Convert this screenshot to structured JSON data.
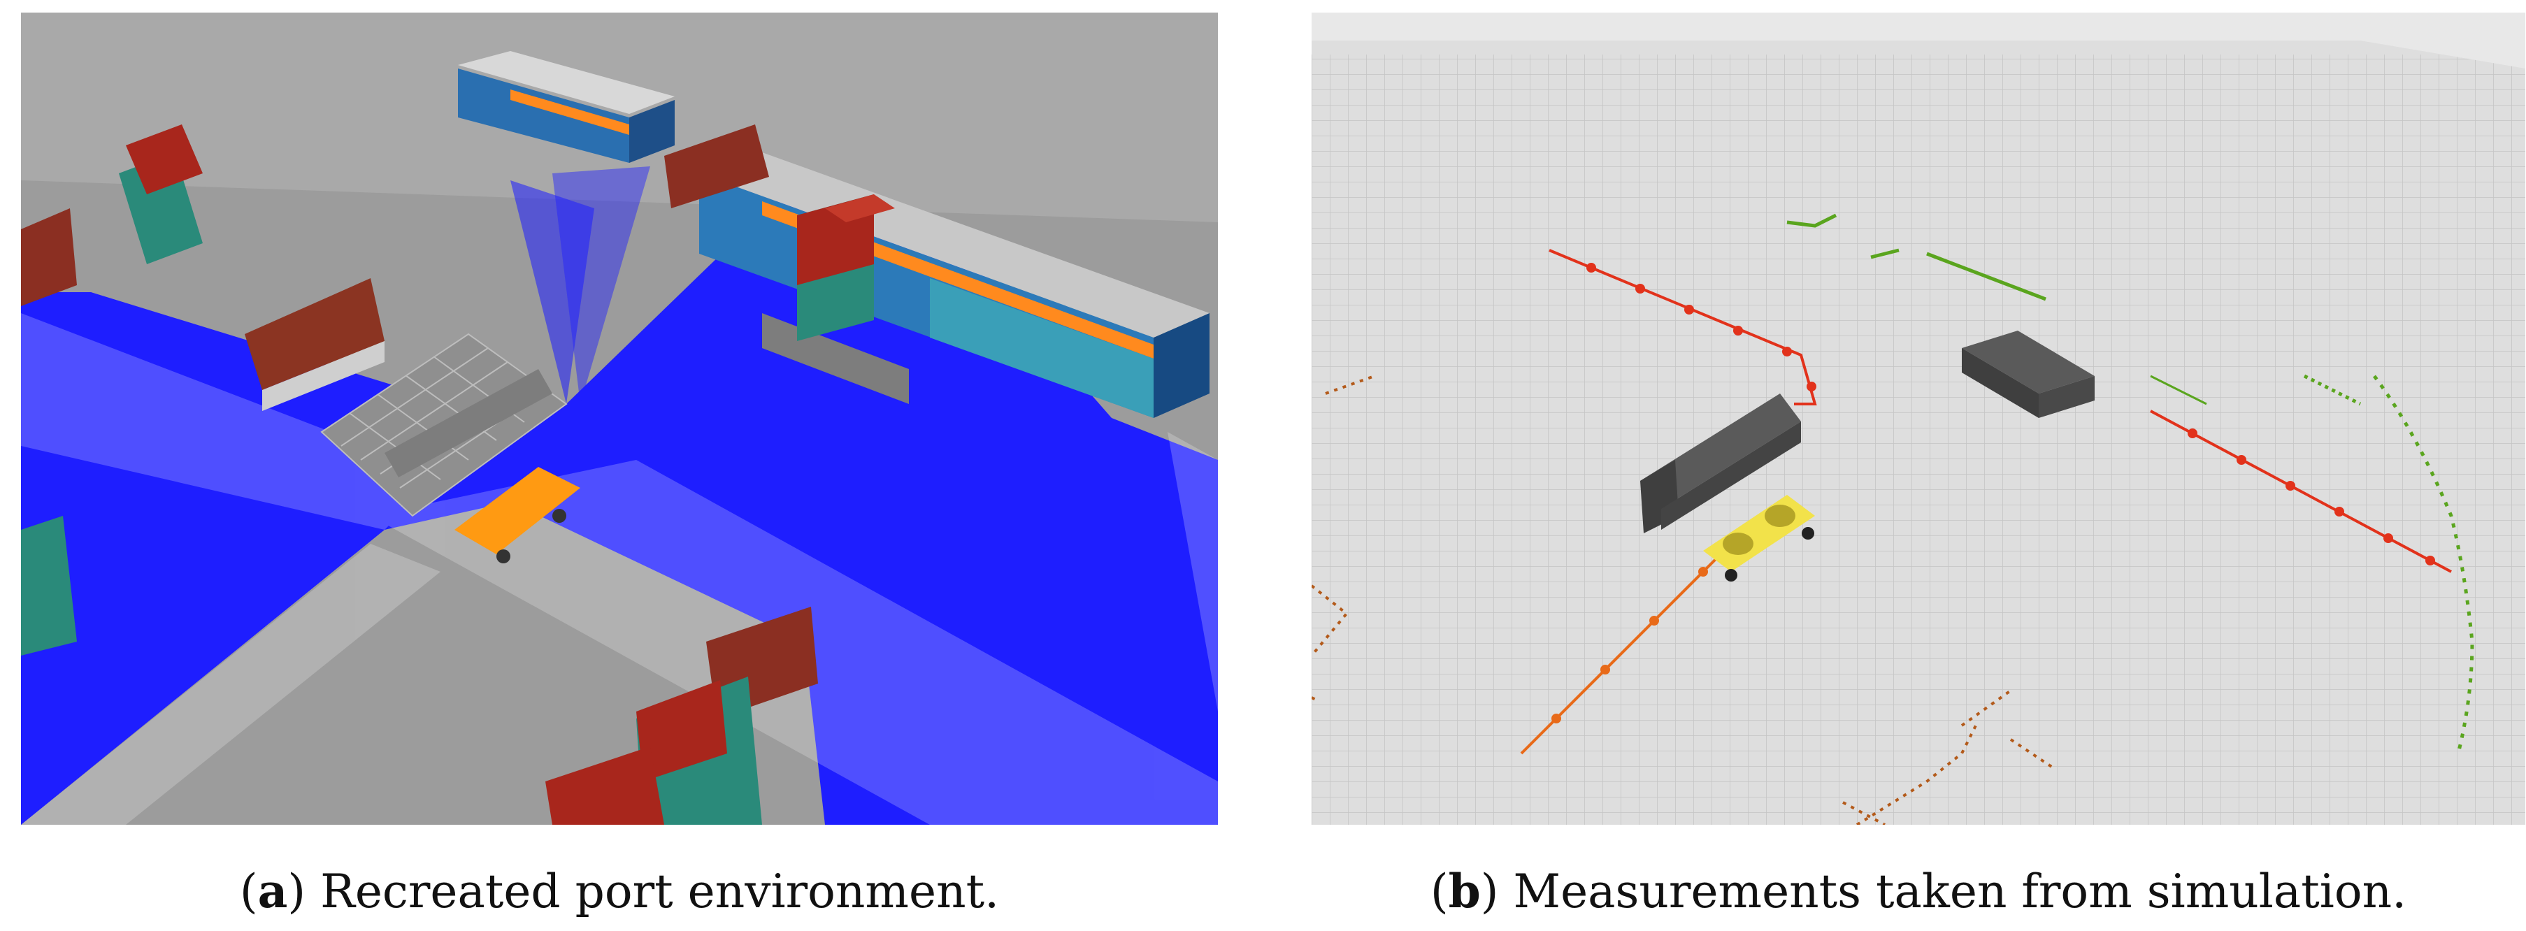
{
  "figure": {
    "panels": [
      {
        "id": "a",
        "label": "a",
        "caption": "Recreated port environment."
      },
      {
        "id": "b",
        "label": "b",
        "caption": "Measurements taken from simulation."
      }
    ],
    "colors": {
      "ground_a": "#9a9a9a",
      "sensor_blue": "#1e1eff",
      "vehicle_orange": "#ff9a12",
      "ground_b": "#d9d9d9",
      "trajectory_red": "#e2321b",
      "trajectory_orange": "#e86a19",
      "measurement_green": "#5aa51e",
      "measurement_brown": "#b35a1a",
      "target_yellow": "#f2e24a",
      "truck_grey": "#555555"
    }
  }
}
